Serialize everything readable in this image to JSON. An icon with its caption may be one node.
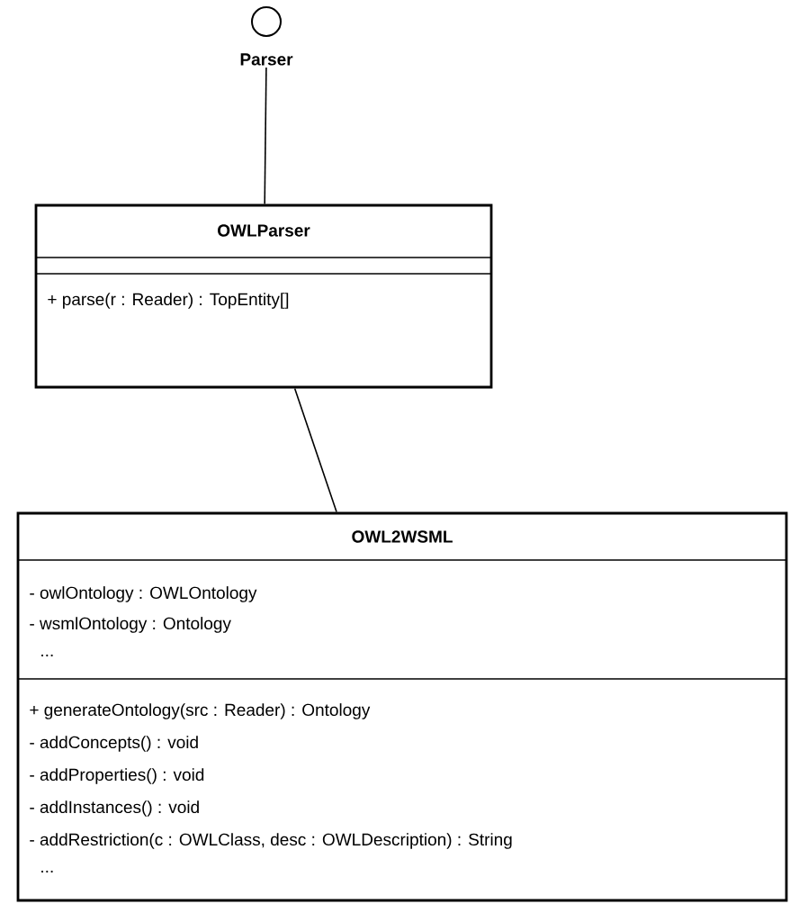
{
  "diagram": {
    "nodes": [
      {
        "text": [
          "Parser"
        ]
      },
      {
        "text": [
          "OWLParser",
          "+ parse(r : Reader) : TopEntity[]"
        ]
      },
      {
        "text": [
          "OWL2WSML",
          "- owlOntology : OWLOntology",
          "- wsmlOntology : Ontology",
          "...",
          "+ generateOntology(src : Reader) : Ontology",
          "- addConcepts() : void",
          "- addProperties() : void",
          "- addInstances() : void",
          "- addRestriction(c : OWLClass, desc : OWLDescription) : String",
          "..."
        ]
      }
    ],
    "edges": [
      {
        "from": 0,
        "to": 1,
        "arrow": "none"
      },
      {
        "from": 1,
        "to": 2,
        "arrow": "none"
      }
    ]
  }
}
